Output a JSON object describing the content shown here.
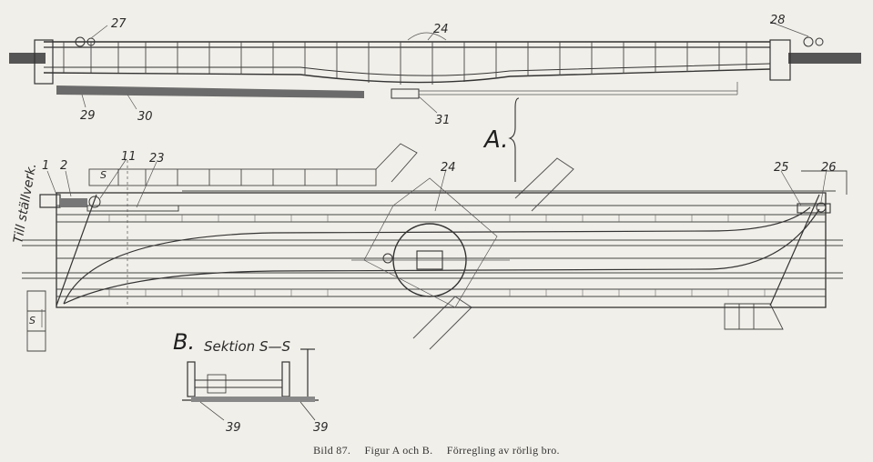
{
  "labels": {
    "n27": "27",
    "n24a": "24",
    "n28": "28",
    "n29": "29",
    "n30": "30",
    "n31": "31",
    "figA": "A.",
    "n1": "1",
    "n2": "2",
    "n11": "11",
    "n23": "23",
    "n24b": "24",
    "n25": "25",
    "n26": "26",
    "s1": "S",
    "s2": "S",
    "stallverk": "Till ställverk.",
    "figB": "B.",
    "sektion": "Sektion S—S",
    "n39a": "39",
    "n39b": "39"
  },
  "caption": {
    "bild": "Bild 87.",
    "figurer": "Figur A och B.",
    "title": "Förregling av rörlig bro."
  }
}
